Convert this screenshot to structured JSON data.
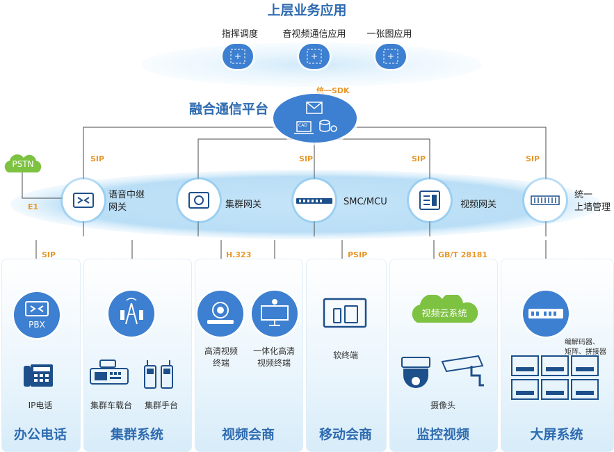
{
  "top_layer": {
    "title": "上层业务应用",
    "apps": [
      "指挥调度",
      "音视频通信应用",
      "一张图应用"
    ]
  },
  "platform": {
    "title": "融合通信平台",
    "sdk": "统一SDK",
    "server_label": "CAD"
  },
  "protocols": {
    "sip": "SIP",
    "e1": "E1",
    "h323": "H.323",
    "psip": "PSIP",
    "gbt": "GB/T 28181"
  },
  "pstn": "PSTN",
  "gateways": [
    {
      "label": "语音中继\n网关"
    },
    {
      "label": "集群网关"
    },
    {
      "label": "SMC/MCU"
    },
    {
      "label": "视频网关"
    },
    {
      "label": "统一\n上墙管理"
    }
  ],
  "systems": [
    {
      "title": "办公电话",
      "hub": "PBX",
      "items": [
        "IP电话"
      ]
    },
    {
      "title": "集群系统",
      "items": [
        "集群车载台",
        "集群手台"
      ]
    },
    {
      "title": "视频会商",
      "items": [
        "高清视频\n终端",
        "一体化高清\n视频终端"
      ]
    },
    {
      "title": "移动会商",
      "items": [
        "软终端"
      ]
    },
    {
      "title": "监控视频",
      "cloud": "视频云系统",
      "items": [
        "摄像头"
      ]
    },
    {
      "title": "大屏系统",
      "items": [
        "编解码器、\n矩阵、拼接器"
      ]
    }
  ],
  "colors": {
    "accent": "#3d7fd0",
    "title": "#2f6bb0",
    "protocol": "#e8972a",
    "cloud": "#7dc241"
  }
}
